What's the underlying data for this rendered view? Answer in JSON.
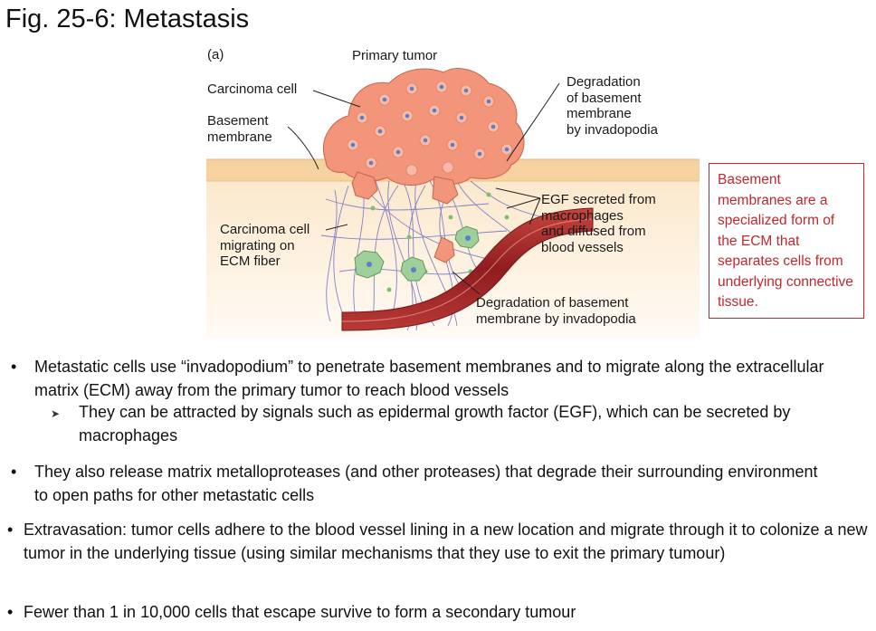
{
  "title": "Fig. 25-6: Metastasis",
  "figure": {
    "panel_label": "(a)",
    "primary_tumor": "Primary tumor",
    "carcinoma_cell": "Carcinoma cell",
    "basement_membrane": "Basement\nmembrane",
    "degradation_top": "Degradation\nof basement\nmembrane\nby invadopodia",
    "egf": "EGF secreted from\nmacrophages\nand diffused from\nblood vessels",
    "carcinoma_migrating": "Carcinoma cell\nmigrating on\nECM fiber",
    "degradation_bottom": "Degradation of basement\nmembrane by invadopodia",
    "colors": {
      "tumor": "#f2957a",
      "membrane": "#f6d7a7",
      "stroma": "#fdf1df",
      "vessel": "#a2282b",
      "macrophage": "#9fcf9a",
      "fiber": "#6b6fc4"
    }
  },
  "note": "Basement membranes are a specialized form of the ECM that separates cells from underlying connective tissue.",
  "bullets": [
    "Metastatic cells use “invadopodium” to penetrate basement membranes and to migrate along the extracellular matrix (ECM) away from the primary tumor to reach blood vessels",
    "They can be attracted by signals such as epidermal growth factor (EGF), which can be secreted by macrophages",
    "They also release matrix metalloproteases (and other proteases) that degrade their surrounding environment to open paths for other metastatic cells",
    "Extravasation: tumor cells adhere to the blood vessel lining in a new location and migrate through it to colonize a new tumor in the underlying tissue (using similar mechanisms that they use to exit the primary tumour)",
    "Fewer than 1 in 10,000 cells that escape survive to form a secondary tumour"
  ]
}
